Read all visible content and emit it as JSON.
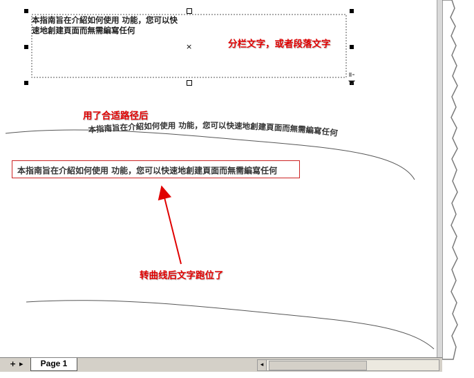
{
  "frame_text": "本指南旨在介紹如何使用 功能，您可以快速地創建頁面而無需編寫任何",
  "annotations": {
    "column_text": "分栏文字，或者段落文字",
    "fit_to_path": "用了合适路径后",
    "after_curve": "转曲线后文字跑位了"
  },
  "path_text": "本指南旨在介紹如何使用 功能，您可以快速地創建頁面而無需編寫任何",
  "boxed_text": "本指南旨在介紹如何使用 功能，您可以快速地創建頁面而無需編寫任何",
  "tabs": {
    "add_icon": "+",
    "nav_icon": "▸",
    "page_label": "Page 1"
  },
  "scroll": {
    "left_arrow": "◂"
  },
  "icons": {
    "center_marker": "×",
    "handle_name": "selection-handle"
  },
  "colors": {
    "annotation": "#e00000",
    "arrow": "#e00000",
    "curve": "#555555"
  }
}
